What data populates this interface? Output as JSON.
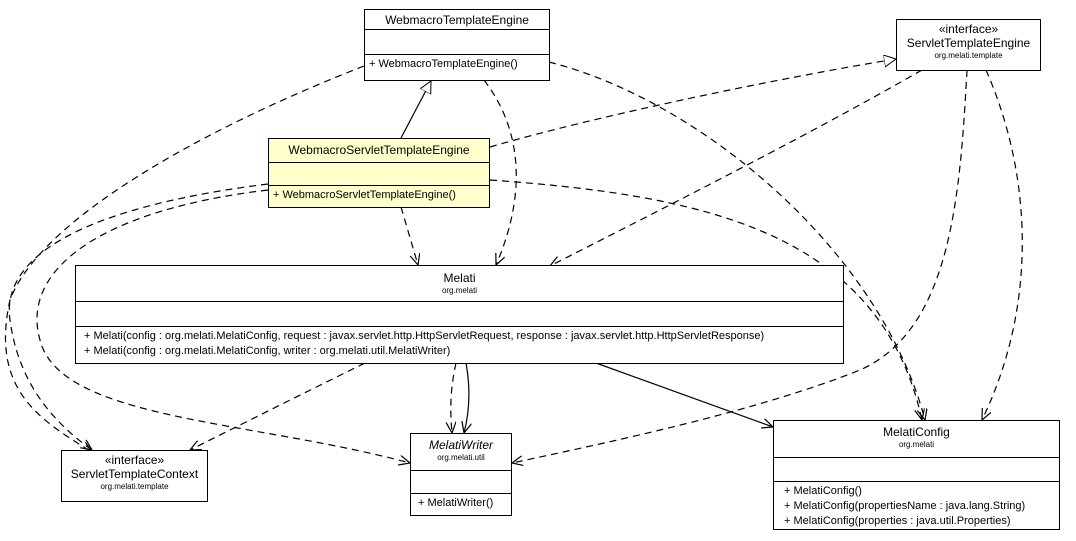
{
  "classes": {
    "webmacro_template_engine": {
      "name": "WebmacroTemplateEngine",
      "operations": [
        "+ WebmacroTemplateEngine()"
      ]
    },
    "servlet_template_engine": {
      "stereotype": "«interface»",
      "name": "ServletTemplateEngine",
      "package": "org.melati.template"
    },
    "webmacro_servlet_template_engine": {
      "name": "WebmacroServletTemplateEngine",
      "operations": [
        "+ WebmacroServletTemplateEngine()"
      ]
    },
    "melati": {
      "name": "Melati",
      "package": "org.melati",
      "operations": [
        "+ Melati(config : org.melati.MelatiConfig, request : javax.servlet.http.HttpServletRequest, response : javax.servlet.http.HttpServletResponse)",
        "+ Melati(config : org.melati.MelatiConfig, writer : org.melati.util.MelatiWriter)"
      ]
    },
    "servlet_template_context": {
      "stereotype": "«interface»",
      "name": "ServletTemplateContext",
      "package": "org.melati.template"
    },
    "melati_writer": {
      "name": "MelatiWriter",
      "package": "org.melati.util",
      "operations": [
        "+ MelatiWriter()"
      ]
    },
    "melati_config": {
      "name": "MelatiConfig",
      "package": "org.melati",
      "operations": [
        "+ MelatiConfig()",
        "+ MelatiConfig(propertiesName : java.lang.String)",
        "+ MelatiConfig(properties : java.util.Properties)"
      ]
    }
  },
  "colors": {
    "highlight": "#ffffcc",
    "line": "#000000"
  }
}
